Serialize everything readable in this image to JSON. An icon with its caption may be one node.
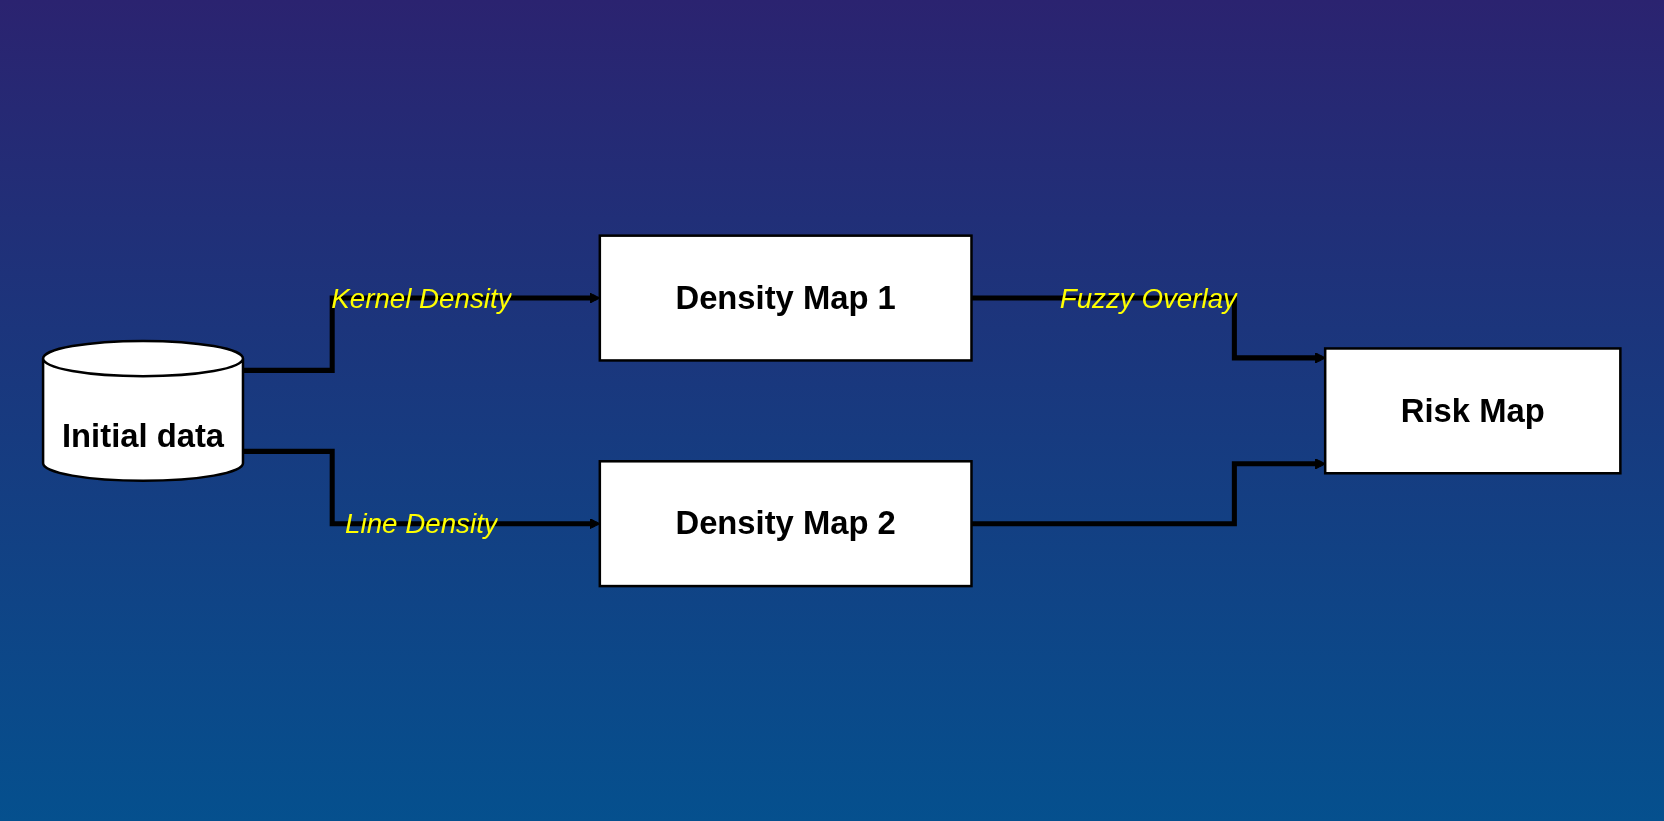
{
  "diagram": {
    "nodes": [
      {
        "text": [
          "Initial data"
        ]
      },
      {
        "text": [
          "Density Map 1"
        ]
      },
      {
        "text": [
          "Density Map 2"
        ]
      },
      {
        "text": [
          "Risk Map"
        ]
      }
    ],
    "edges": [
      {
        "from": 0,
        "to": 1,
        "arrow": "to",
        "label": "Kernel Density"
      },
      {
        "from": 0,
        "to": 2,
        "arrow": "to",
        "label": "Line Density"
      },
      {
        "from": 1,
        "to": 3,
        "arrow": "to",
        "label": "Fuzzy Overlay"
      },
      {
        "from": 2,
        "to": 3,
        "arrow": "to"
      }
    ]
  }
}
